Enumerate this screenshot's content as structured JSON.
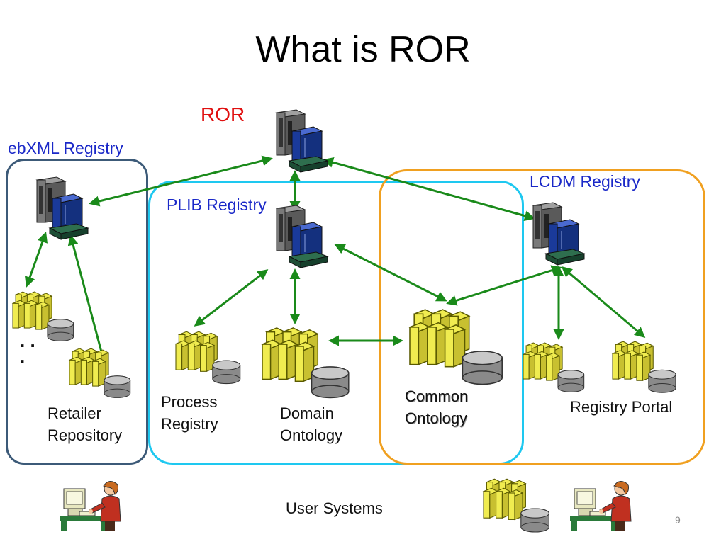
{
  "slide": {
    "title": "What is ROR",
    "page_number": "9"
  },
  "labels": {
    "ror": "ROR",
    "ebxml": "ebXML Registry",
    "plib": "PLIB Registry",
    "lcdm": "LCDM Registry",
    "process_registry": [
      "Process",
      "Registry"
    ],
    "domain_ontology": [
      "Domain",
      "Ontology"
    ],
    "common_ontology": [
      "Common",
      "Ontology"
    ],
    "retailer_repository": [
      "Retailer",
      "Repository"
    ],
    "registry_portal": "Registry Portal",
    "user_systems": "User Systems",
    "ellipsis": ". .\n."
  },
  "colors": {
    "ebxml_region": "#3c5a78",
    "plib_region": "#1ec8f0",
    "lcdm_region": "#f0a020",
    "arrow": "#1a8a1a",
    "label_blue": "#1a28c8",
    "label_red": "#e01010"
  },
  "icons": {
    "server": "server-tower-icon",
    "database": "database-cluster-icon",
    "user": "user-at-computer-icon"
  }
}
